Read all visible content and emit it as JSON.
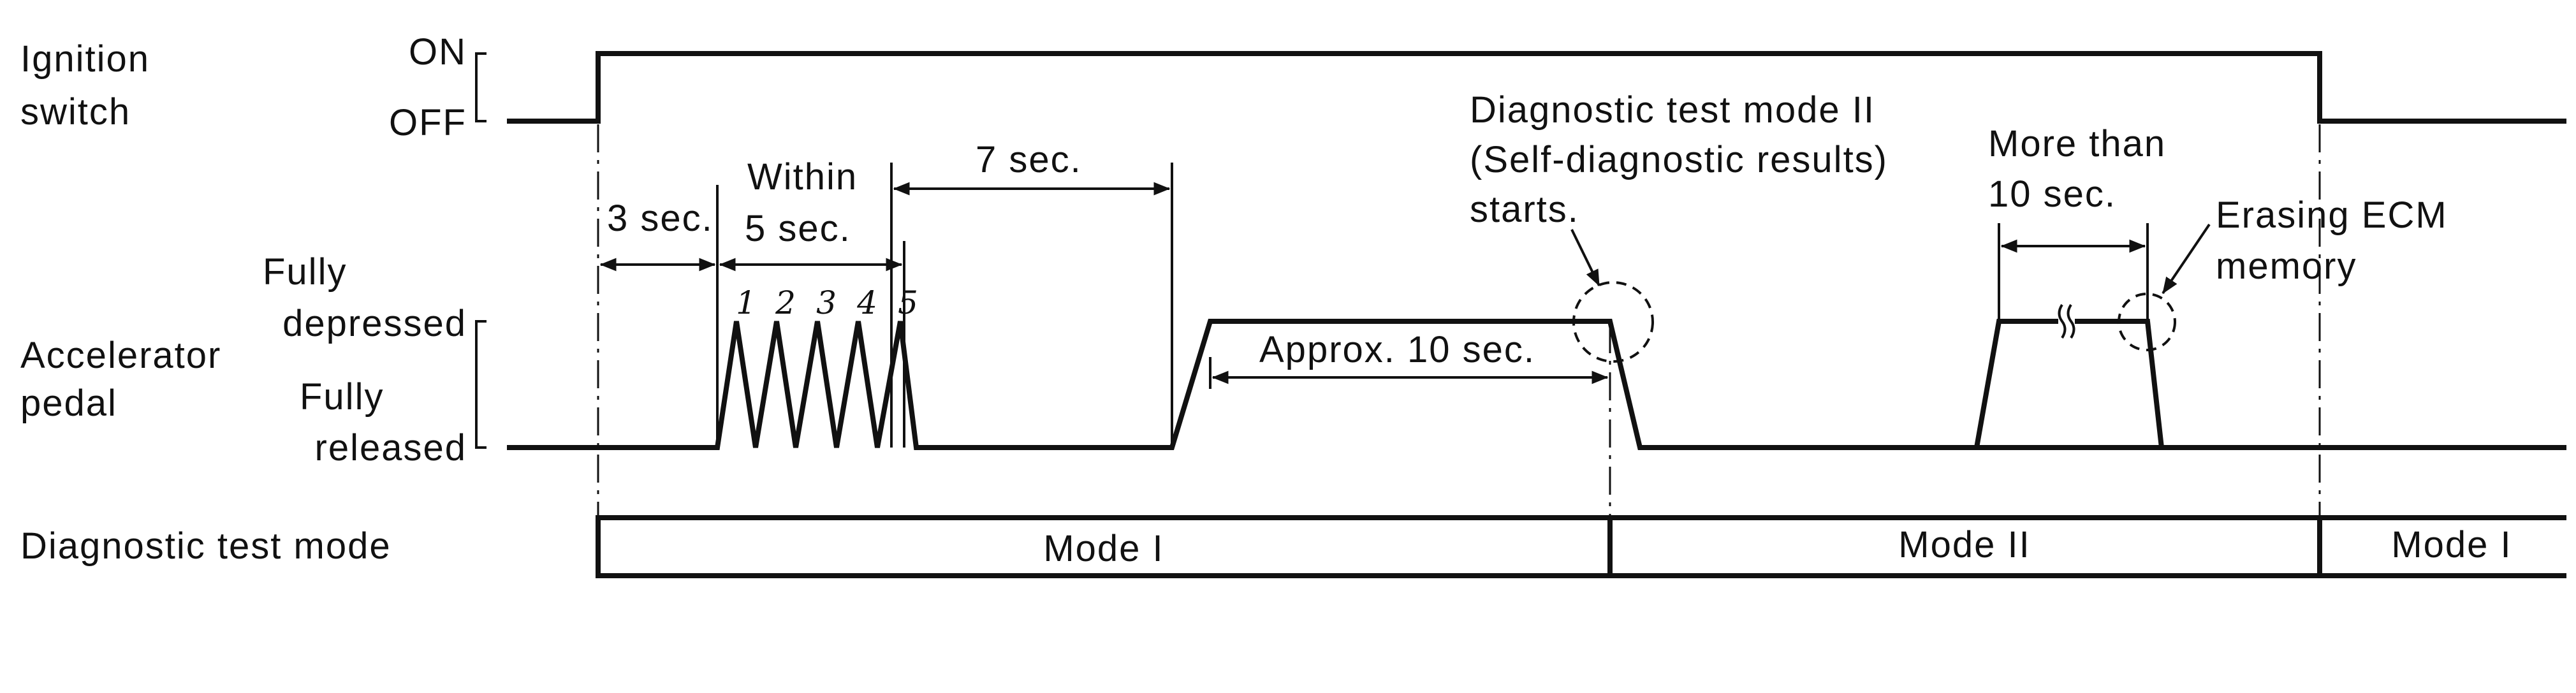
{
  "signals": {
    "ignition": {
      "label_line1": "Ignition",
      "label_line2": "switch",
      "on_label": "ON",
      "off_label": "OFF"
    },
    "accelerator": {
      "label_line1": "Accelerator",
      "label_line2": "pedal",
      "depressed_line1": "Fully",
      "depressed_line2": "depressed",
      "released_line1": "Fully",
      "released_line2": "released",
      "count_labels": [
        "1",
        "2",
        "3",
        "4",
        "5"
      ]
    },
    "test_mode": {
      "label": "Diagnostic test mode",
      "segments": [
        "Mode I",
        "Mode II",
        "Mode I"
      ]
    }
  },
  "annotations": {
    "three_sec": "3 sec.",
    "within_line1": "Within",
    "within_line2": "5 sec.",
    "seven_sec": "7 sec.",
    "approx_ten": "Approx. 10 sec.",
    "mode2_line1": "Diagnostic test mode II",
    "mode2_line2": "(Self-diagnostic results)",
    "mode2_line3": "starts.",
    "more_than_line1": "More than",
    "more_than_line2": "10 sec.",
    "erasing_line1": "Erasing ECM",
    "erasing_line2": "memory"
  }
}
